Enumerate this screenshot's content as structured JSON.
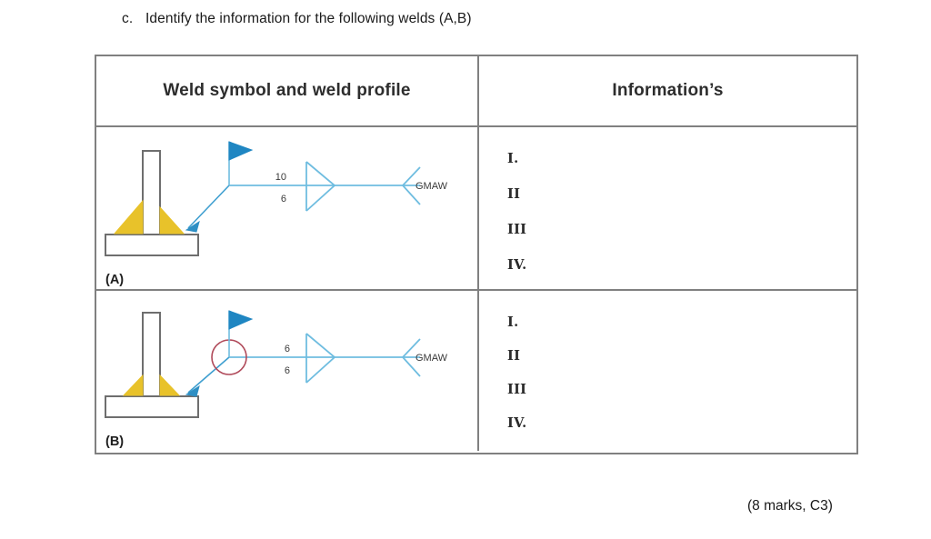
{
  "question": {
    "label": "c.",
    "text": "Identify the information for the following welds (A,B)"
  },
  "table": {
    "headers": {
      "left": "Weld symbol and weld profile",
      "right": "Information’s"
    },
    "rows": [
      {
        "id": "A",
        "sub_label": "(A)",
        "diagram": {
          "joint_type": "T-joint fillet weld",
          "weld_fill_color": "#e8c22a",
          "profile_outline_color": "#6e6e6e",
          "symbol_color": "#4aa8d8",
          "flag_color": "#1f86c2",
          "field_flag": true,
          "weld_all_around": false,
          "arrow_side_size": "10",
          "other_side_size": "6",
          "tail_text": "GMAW"
        },
        "info_items": [
          "I.",
          "II",
          "III",
          "IV."
        ]
      },
      {
        "id": "B",
        "sub_label": "(B)",
        "diagram": {
          "joint_type": "T-joint fillet weld",
          "weld_fill_color": "#e8c22a",
          "profile_outline_color": "#6e6e6e",
          "symbol_color": "#4aa8d8",
          "flag_color": "#1f86c2",
          "field_flag": true,
          "weld_all_around": true,
          "all_around_circle_color": "#b04a5a",
          "arrow_side_size": "6",
          "other_side_size": "6",
          "tail_text": "GMAW"
        },
        "info_items": [
          "I.",
          "II",
          "III",
          "IV."
        ]
      }
    ]
  },
  "footer": {
    "marks_note": "(8 marks, C3)"
  },
  "colors": {
    "table_border": "#808080",
    "text": "#231f20",
    "symbol_blue": "#4aa8d8",
    "flag_blue": "#1f86c2",
    "weld_yellow": "#e8c22a",
    "circle_red": "#b04a5a",
    "profile_gray": "#6e6e6e"
  }
}
